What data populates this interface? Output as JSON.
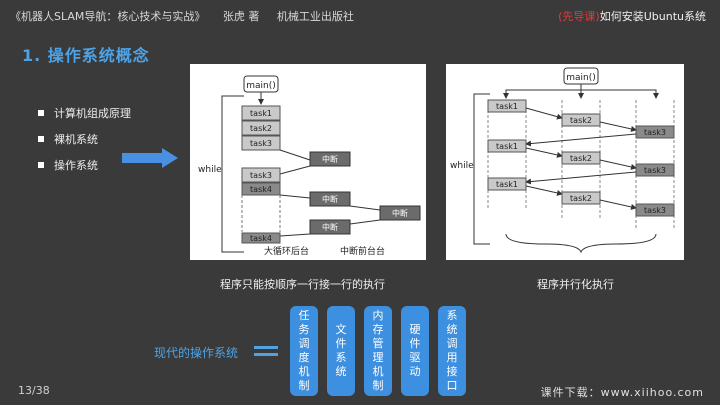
{
  "header": {
    "book": "《机器人SLAM导航：核心技术与实战》",
    "author": "张虎 著",
    "publisher": "机械工业出版社",
    "tag": "(先导课)",
    "course_title": "如何安装Ubuntu系统"
  },
  "slide": {
    "title": "1. 操作系统概念",
    "bullets": [
      "计算机组成原理",
      "裸机系统",
      "操作系统"
    ],
    "caption_left": "程序只能按顺序一行接一行的执行",
    "caption_right": "程序并行化执行",
    "modern_label": "现代的操作系统",
    "functions": [
      "任务调度机制",
      "文件系统",
      "内存管理机制",
      "硬件驱动",
      "系统调用接口"
    ]
  },
  "diagram_left": {
    "main": "main()",
    "while": "while",
    "tasks": [
      "task1",
      "task2",
      "task3",
      "task3",
      "task4",
      "task4"
    ],
    "interrupt": "中断",
    "foreground": "大循环后台",
    "background": "中断前台台"
  },
  "diagram_right": {
    "main": "main()",
    "while": "while",
    "tasks": [
      "task1",
      "task2",
      "task3",
      "task1",
      "task2",
      "task3",
      "task1",
      "task2",
      "task3"
    ]
  },
  "footer": {
    "page": "13/38",
    "download": "课件下载：www.xiihoo.com"
  }
}
